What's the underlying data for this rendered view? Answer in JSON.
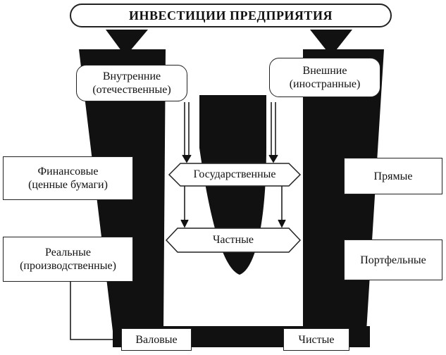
{
  "title": "ИНВЕСТИЦИИ ПРЕДПРИЯТИЯ",
  "origin": {
    "internal": [
      "Внутренние",
      "(отечественные)"
    ],
    "external": [
      "Внешние",
      "(иностранные)"
    ]
  },
  "ownership": {
    "state": "Государственные",
    "private": "Частные"
  },
  "object": {
    "financial": [
      "Финансовые",
      "(ценные бумаги)"
    ],
    "real": [
      "Реальные",
      "(производственные)"
    ]
  },
  "participation": {
    "direct": "Прямые",
    "portfolio": "Портфельные"
  },
  "bottom": {
    "gross": "Валовые",
    "net": "Чистые"
  }
}
